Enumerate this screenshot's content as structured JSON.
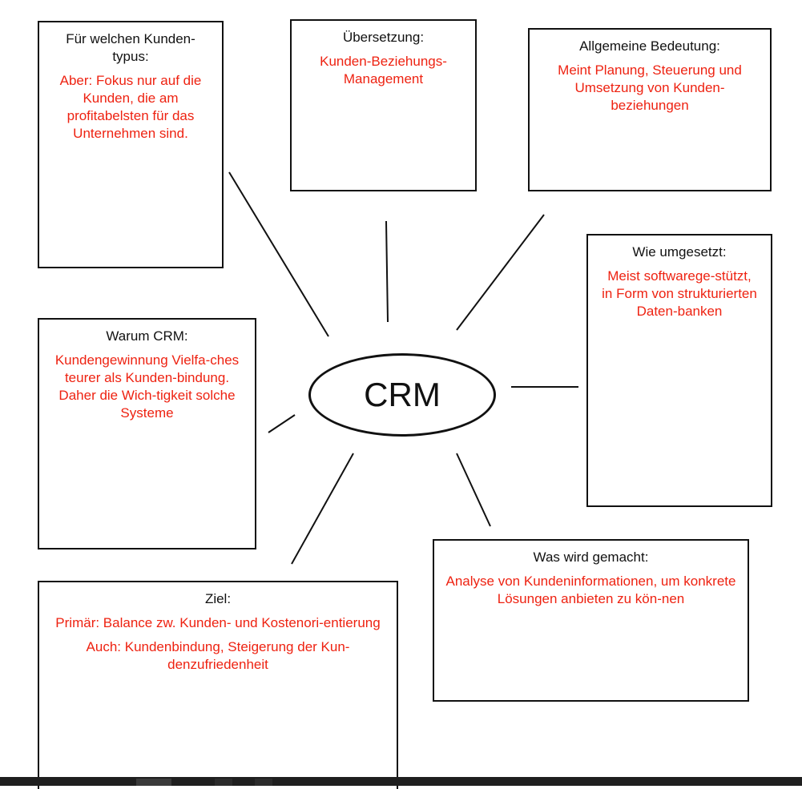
{
  "center": {
    "label": "CRM"
  },
  "boxes": {
    "kundentyp": {
      "title": "Für welchen Kunden-typus:",
      "body": [
        "Aber: Fokus nur auf die Kunden, die am profitabelsten für das Unternehmen sind."
      ]
    },
    "uebersetzung": {
      "title": "Übersetzung:",
      "body": [
        "Kunden-Beziehungs-Management"
      ]
    },
    "bedeutung": {
      "title": "Allgemeine Bedeutung:",
      "body": [
        "Meint Planung, Steuerung und Umsetzung von Kunden-beziehungen"
      ]
    },
    "umgesetzt": {
      "title": "Wie umgesetzt:",
      "body": [
        "Meist softwarege-stützt, in Form von strukturierten Daten-banken"
      ]
    },
    "warum": {
      "title": "Warum CRM:",
      "body": [
        "Kundengewinnung Vielfa-ches teurer als Kunden-bindung. Daher die Wich-tigkeit solche Systeme"
      ]
    },
    "gemacht": {
      "title": "Was wird gemacht:",
      "body": [
        "Analyse von Kundeninformationen, um konkrete Lösungen anbieten zu kön-nen"
      ]
    },
    "ziel": {
      "title": "Ziel:",
      "body": [
        "Primär: Balance zw. Kunden- und Kostenori-entierung",
        "Auch: Kundenbindung, Steigerung der Kun-denzufriedenheit"
      ]
    }
  },
  "colors": {
    "accent_text": "#ee2211",
    "line": "#111111"
  }
}
